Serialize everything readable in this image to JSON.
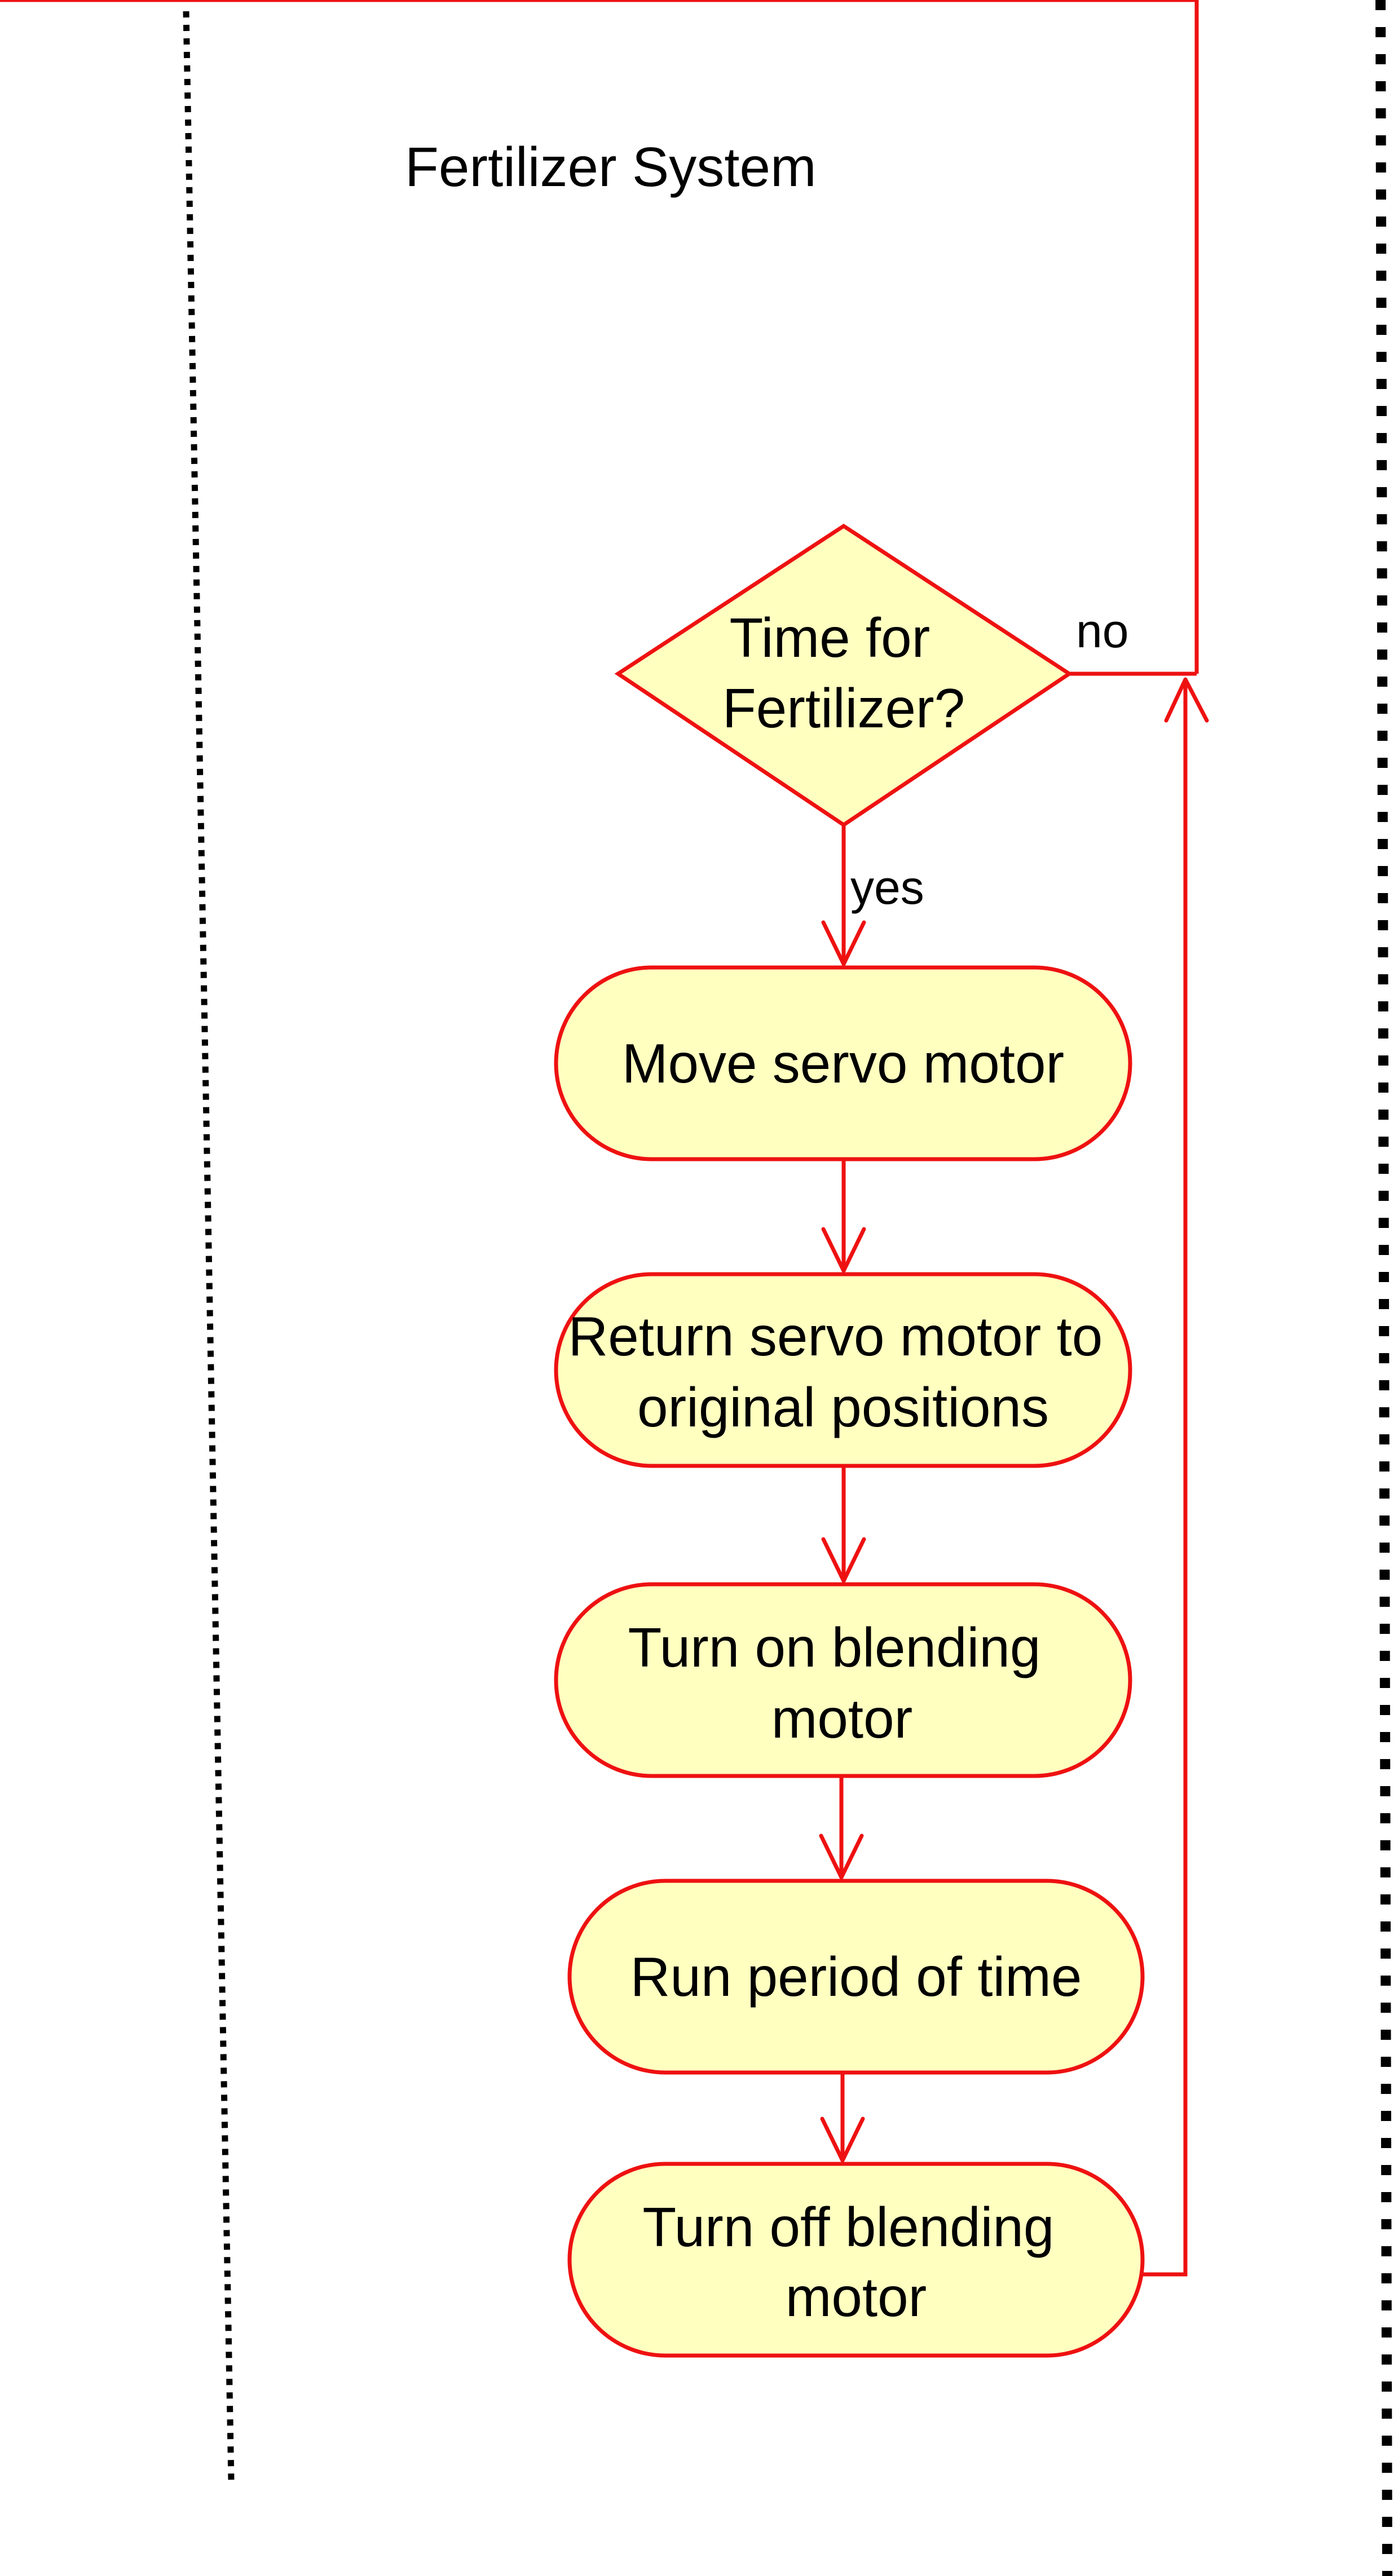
{
  "lane": {
    "title": "Fertilizer System"
  },
  "nodes": {
    "decision": [
      "Time for",
      "Fertilizer?"
    ],
    "move_servo": [
      "Move servo motor"
    ],
    "return_servo": [
      "Return servo motor to",
      "original positions"
    ],
    "blend_on": [
      "Turn on blending",
      "motor"
    ],
    "run_time": [
      "Run period of time"
    ],
    "blend_off": [
      "Turn off blending",
      "motor"
    ]
  },
  "edges": {
    "yes_label": "yes",
    "no_label": "no"
  },
  "colors": {
    "stroke": "#ee1111",
    "fill": "#ffffc0",
    "divider": "#000000"
  }
}
